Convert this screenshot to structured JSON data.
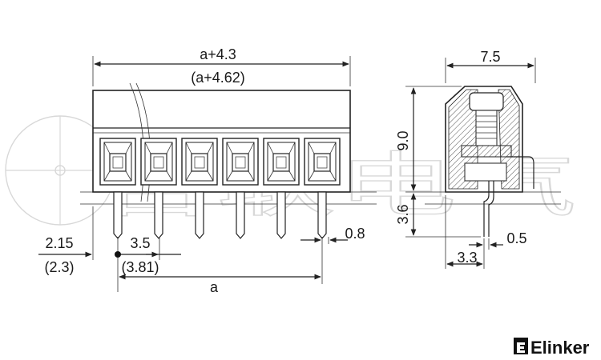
{
  "dimensions": {
    "overall_width": "a+4.3",
    "overall_width_alt": "(a+4.62)",
    "side_width": "7.5",
    "height_body": "9.0",
    "height_pin": "3.6",
    "edge_offset": "2.15",
    "edge_offset_alt": "(2.3)",
    "pitch": "3.5",
    "pitch_alt": "(3.81)",
    "pin_width": "0.8",
    "pin_span": "a",
    "side_pin_offset": "3.3",
    "side_pin_thickness": "0.5"
  },
  "brand": {
    "name": "Elinker"
  },
  "watermark": {
    "text": "吉联电气"
  },
  "colors": {
    "line": "#222222",
    "watermark": "#d8d8d8",
    "hatch": "#555555"
  }
}
